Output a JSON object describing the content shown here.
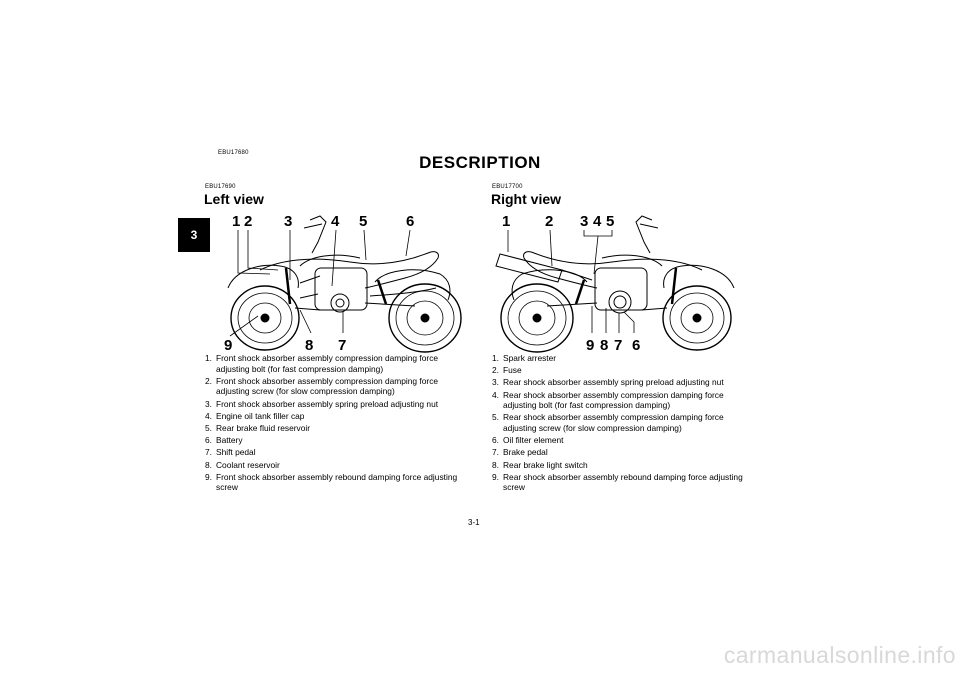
{
  "chapter_tab": "3",
  "doc_code_main": "EBU17680",
  "title": "DESCRIPTION",
  "left": {
    "code": "EBU17690",
    "heading": "Left view",
    "callouts": [
      "1",
      "2",
      "3",
      "4",
      "5",
      "6",
      "7",
      "8",
      "9"
    ],
    "items": [
      {
        "num": "1.",
        "text": "Front shock absorber assembly compression damping force adjusting bolt (for fast compression damping)"
      },
      {
        "num": "2.",
        "text": "Front shock absorber assembly compression damping force adjusting screw (for slow compression damping)"
      },
      {
        "num": "3.",
        "text": "Front shock absorber assembly spring preload adjusting nut"
      },
      {
        "num": "4.",
        "text": "Engine oil tank filler cap"
      },
      {
        "num": "5.",
        "text": "Rear brake fluid reservoir"
      },
      {
        "num": "6.",
        "text": "Battery"
      },
      {
        "num": "7.",
        "text": "Shift pedal"
      },
      {
        "num": "8.",
        "text": "Coolant reservoir"
      },
      {
        "num": "9.",
        "text": "Front shock absorber assembly rebound damping force adjusting screw"
      }
    ]
  },
  "right": {
    "code": "EBU17700",
    "heading": "Right view",
    "callouts": [
      "1",
      "2",
      "3",
      "4",
      "5",
      "6",
      "7",
      "8",
      "9"
    ],
    "items": [
      {
        "num": "1.",
        "text": "Spark arrester"
      },
      {
        "num": "2.",
        "text": "Fuse"
      },
      {
        "num": "3.",
        "text": "Rear shock absorber assembly spring preload adjusting nut"
      },
      {
        "num": "4.",
        "text": "Rear shock absorber assembly compression damping force adjusting bolt (for fast compression damping)"
      },
      {
        "num": "5.",
        "text": "Rear shock absorber assembly compression damping force adjusting screw (for slow compression damping)"
      },
      {
        "num": "6.",
        "text": "Oil filter element"
      },
      {
        "num": "7.",
        "text": "Brake pedal"
      },
      {
        "num": "8.",
        "text": "Rear brake light switch"
      },
      {
        "num": "9.",
        "text": "Rear shock absorber assembly rebound damping force adjusting screw"
      }
    ]
  },
  "page_number": "3-1",
  "watermark": "carmanualsonline.info"
}
